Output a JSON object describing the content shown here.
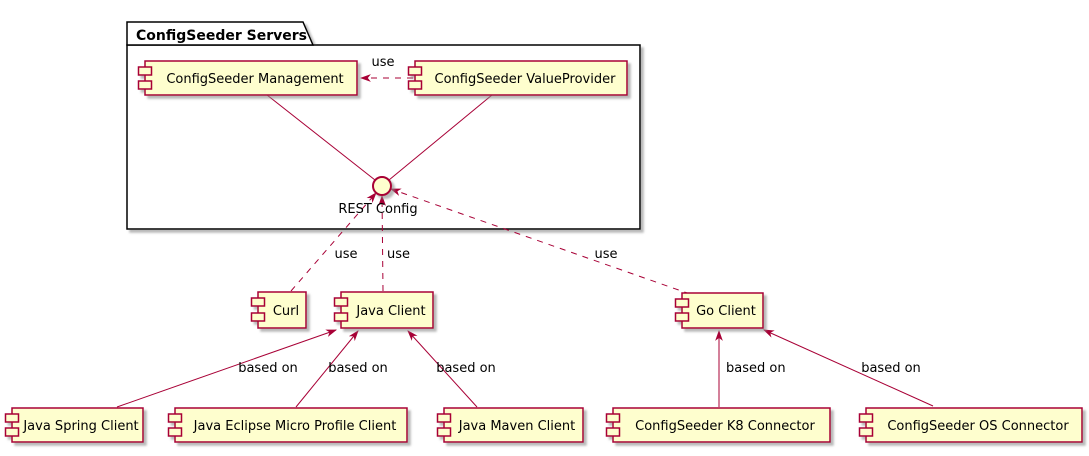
{
  "diagram_type": "uml-component-diagram",
  "package": {
    "title": "ConfigSeeder Servers"
  },
  "interface": {
    "label": "REST Config"
  },
  "components": {
    "management": {
      "label": "ConfigSeeder Management"
    },
    "valueprovider": {
      "label": "ConfigSeeder ValueProvider"
    },
    "curl": {
      "label": "Curl"
    },
    "java_client": {
      "label": "Java Client"
    },
    "go_client": {
      "label": "Go Client"
    },
    "java_spring": {
      "label": "Java Spring Client"
    },
    "java_eclipse": {
      "label": "Java Eclipse Micro Profile Client"
    },
    "java_maven": {
      "label": "Java Maven Client"
    },
    "k8_connector": {
      "label": "ConfigSeeder K8 Connector"
    },
    "os_connector": {
      "label": "ConfigSeeder OS Connector"
    }
  },
  "edges": [
    {
      "from": "ConfigSeeder ValueProvider",
      "to": "ConfigSeeder Management",
      "label": "use",
      "style": "dashed-arrow"
    },
    {
      "from": "ConfigSeeder Management",
      "to": "REST Config",
      "label": "",
      "style": "solid"
    },
    {
      "from": "ConfigSeeder ValueProvider",
      "to": "REST Config",
      "label": "",
      "style": "solid"
    },
    {
      "from": "Curl",
      "to": "REST Config",
      "label": "use",
      "style": "dashed-arrow"
    },
    {
      "from": "Java Client",
      "to": "REST Config",
      "label": "use",
      "style": "dashed-arrow"
    },
    {
      "from": "Go Client",
      "to": "REST Config",
      "label": "use",
      "style": "dashed-arrow"
    },
    {
      "from": "Java Spring Client",
      "to": "Java Client",
      "label": "based on",
      "style": "solid-arrow"
    },
    {
      "from": "Java Eclipse Micro Profile Client",
      "to": "Java Client",
      "label": "based on",
      "style": "solid-arrow"
    },
    {
      "from": "Java Maven Client",
      "to": "Java Client",
      "label": "based on",
      "style": "solid-arrow"
    },
    {
      "from": "ConfigSeeder K8 Connector",
      "to": "Go Client",
      "label": "based on",
      "style": "solid-arrow"
    },
    {
      "from": "ConfigSeeder OS Connector",
      "to": "Go Client",
      "label": "based on",
      "style": "solid-arrow"
    }
  ],
  "colors": {
    "component-fill": "#FEFECE",
    "component-border": "#A80036",
    "package-border": "#000000",
    "text": "#000000",
    "background": "#FFFFFF"
  }
}
